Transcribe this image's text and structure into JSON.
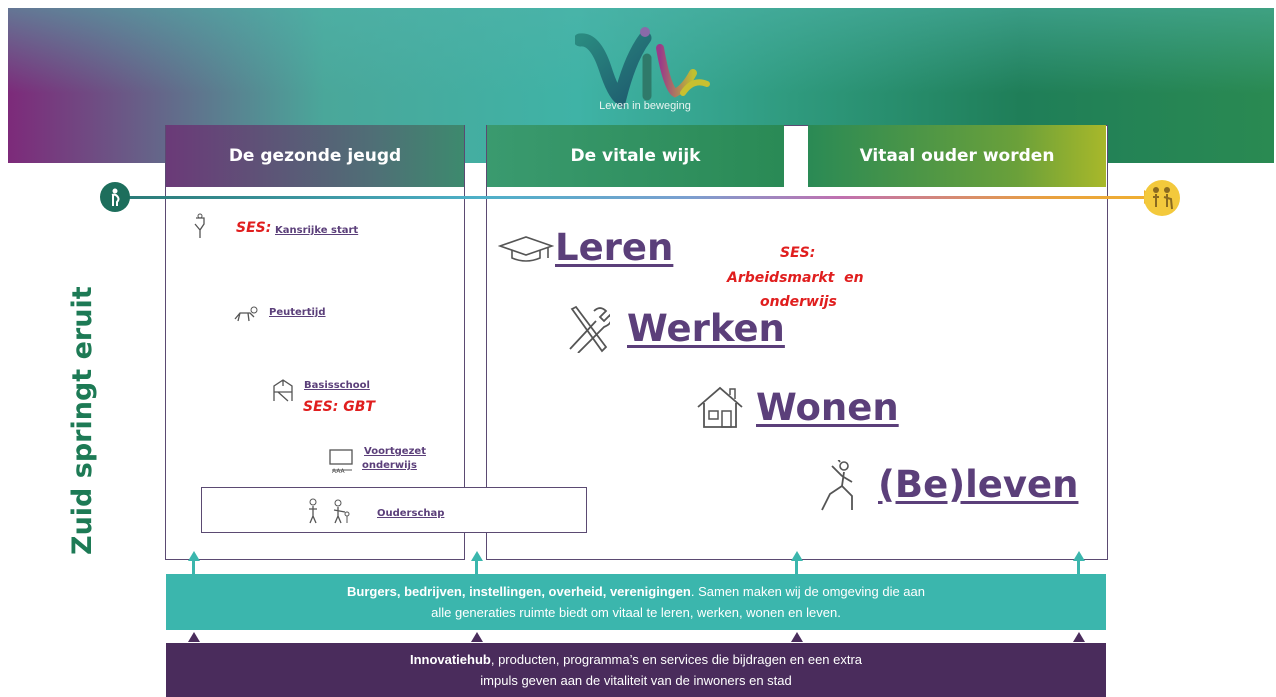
{
  "logo": {
    "text": "vi",
    "tagline": "Leven in beweging"
  },
  "columns": [
    {
      "label": "De gezonde jeugd"
    },
    {
      "label": "De vitale wijk"
    },
    {
      "label": "Vitaal ouder worden"
    }
  ],
  "side_title": "Zuid springt eruit",
  "youth": {
    "ses1_prefix": "SES:",
    "kansrijke_start": "Kansrijke start",
    "peutertijd": "Peutertijd",
    "basisschool": "Basisschool",
    "ses_gbt": "SES: GBT",
    "voortgezet_line1": "Voortgezet",
    "voortgezet_line2": "onderwijs",
    "ouderschap": "Ouderschap"
  },
  "wijk": {
    "leren": "Leren",
    "werken": "Werken",
    "wonen": "Wonen",
    "beleven": "(Be)leven",
    "ses_line1": "SES:",
    "ses_line2": "Arbeidsmarkt  en",
    "ses_line3": "onderwijs"
  },
  "bar_teal": {
    "bold": "Burgers, bedrijven, instellingen, overheid, verenigingen",
    "rest1": ". Samen maken wij de omgeving die aan",
    "line2": "alle generaties ruimte biedt om vitaal te leren, werken, wonen en leven."
  },
  "bar_purple": {
    "bold": "Innovatiehub",
    "rest1": ", producten, programma’s en services die bijdragen en een extra",
    "line2": "impuls geven  aan de vitaliteit van de inwoners en stad"
  },
  "colors": {
    "teal": "#3bb6ad",
    "purple": "#4a2c5c",
    "green_title": "#1d7a55",
    "ses_red": "#e01e1e",
    "link_purple": "#5b3f7a"
  },
  "icons": [
    "pregnant-person-icon",
    "elderly-couple-icon",
    "baby-bottle-icon",
    "crawling-baby-icon",
    "playground-icon",
    "classroom-icon",
    "parent-child-icon",
    "graduation-cap-icon",
    "tools-icon",
    "house-icon",
    "yoga-pose-icon"
  ]
}
